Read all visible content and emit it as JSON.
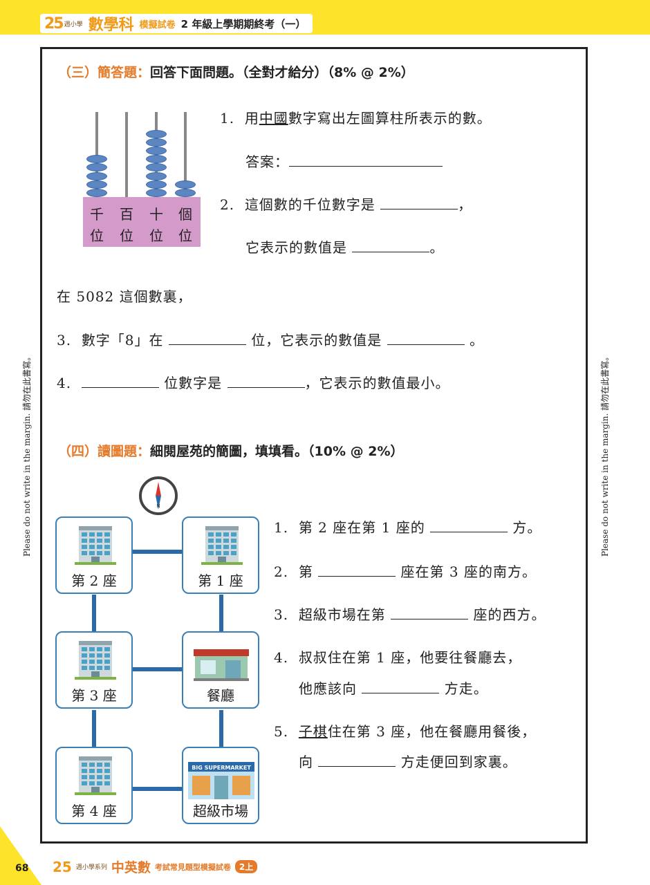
{
  "header": {
    "logo_num": "25",
    "logo_series": "週小學",
    "subject": "數學科",
    "paper": "模擬試卷",
    "grade": "2 年級上學期期終考（一）"
  },
  "margin_note": "Please do not write in the margin. 請勿在此書寫。",
  "section3": {
    "label": "（三）簡答題：",
    "instruction": "回答下面問題。（全對才給分）（8% @ 2%）",
    "abacus": {
      "places_top": [
        "千",
        "百",
        "十",
        "個"
      ],
      "places_bottom": [
        "位",
        "位",
        "位",
        "位"
      ],
      "beads": [
        5,
        0,
        8,
        2
      ]
    },
    "q1_num": "1.",
    "q1_a": "用",
    "q1_u": "中國",
    "q1_b": "數字寫出左圖算柱所表示的數。",
    "q1_answer": "答案：",
    "q2_num": "2.",
    "q2_a": "這個數的千位數字是",
    "q2_comma": "，",
    "q2_b": "它表示的數值是",
    "q2_end": "。",
    "intro": "在 5082 這個數裏，",
    "q3_num": "3.",
    "q3_a": "數字「8」在",
    "q3_b": "位，它表示的數值是",
    "q3_end": "。",
    "q4_num": "4.",
    "q4_a": "位數字是",
    "q4_b": "，它表示的數值最小。"
  },
  "section4": {
    "label": "（四）讀圖題：",
    "instruction": "細閱屋苑的簡圖，填填看。（10% @ 2%）",
    "compass_letter": "N",
    "buildings": [
      "第 2 座",
      "第 1 座",
      "第 3 座",
      "餐廳",
      "第 4 座",
      "超級市場"
    ],
    "shop_sign": "BIG SUPERMARKET",
    "q1_num": "1.",
    "q1_a": "第 2 座在第 1 座的",
    "q1_b": "方。",
    "q2_num": "2.",
    "q2_a": "第",
    "q2_b": "座在第 3 座的南方。",
    "q3_num": "3.",
    "q3_a": "超級市場在第",
    "q3_b": "座的西方。",
    "q4_num": "4.",
    "q4_a": "叔叔住在第 1 座，他要往餐廳去，",
    "q4_b": "他應該向",
    "q4_c": "方走。",
    "q5_num": "5.",
    "q5_u": "子棋",
    "q5_a": "住在第 3 座，他在餐廳用餐後，",
    "q5_b": "向",
    "q5_c": "方走便回到家裏。"
  },
  "footer": {
    "page": "68",
    "logo_num": "25",
    "series": "週小學系列",
    "title": "中英數",
    "subtitle": "考試常見題型模擬試卷",
    "grade": "2上"
  },
  "colors": {
    "accent": "#e57b2a",
    "yellow": "#fde32a",
    "abacus_base": "#d49ac9",
    "bead": "#5b86c2",
    "road": "#2a6aa8"
  }
}
